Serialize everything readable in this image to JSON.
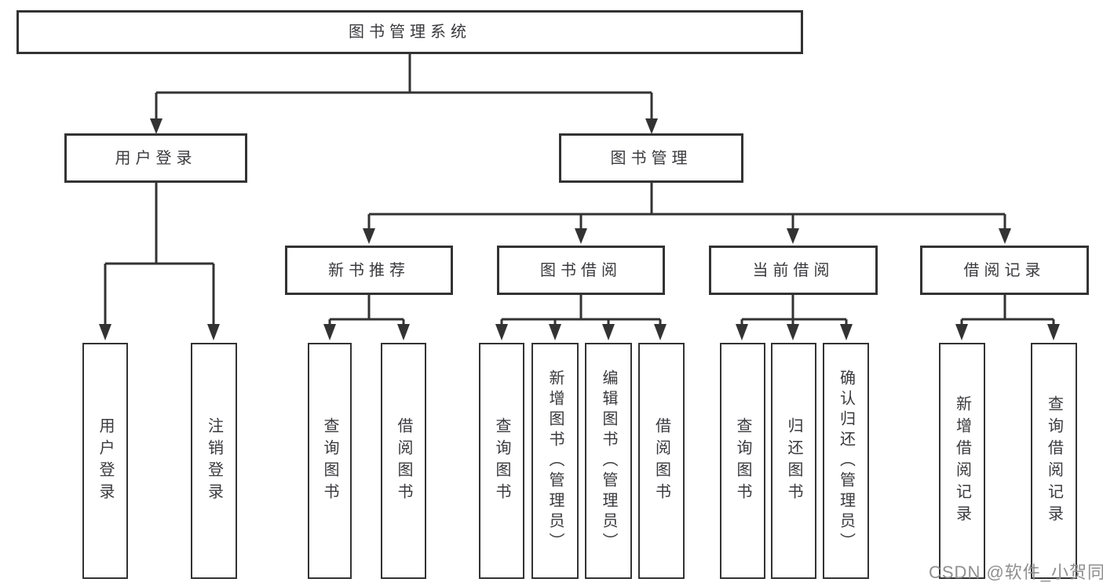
{
  "tree": {
    "label": "图书管理系统",
    "children": [
      {
        "label": "用户登录",
        "children": [
          {
            "label": "用户登录"
          },
          {
            "label": "注销登录"
          }
        ]
      },
      {
        "label": "图书管理",
        "children": [
          {
            "label": "新书推荐",
            "children": [
              {
                "label": "查询图书"
              },
              {
                "label": "借阅图书"
              }
            ]
          },
          {
            "label": "图书借阅",
            "children": [
              {
                "label": "查询图书"
              },
              {
                "label": "新增图书（管理员）"
              },
              {
                "label": "编辑图书（管理员）"
              },
              {
                "label": "借阅图书"
              }
            ]
          },
          {
            "label": "当前借阅",
            "children": [
              {
                "label": "查询图书"
              },
              {
                "label": "归还图书"
              },
              {
                "label": "确认归还（管理员）"
              }
            ]
          },
          {
            "label": "借阅记录",
            "children": [
              {
                "label": "新增借阅记录"
              },
              {
                "label": "查询借阅记录"
              }
            ]
          }
        ]
      }
    ]
  },
  "watermark": {
    "text": "CSDN @软件_小贺同学"
  },
  "colors": {
    "line": "#333333",
    "box_border": "#333333",
    "text": "#3a3a3e",
    "watermark": "#8f8f8f",
    "background": "#ffffff"
  }
}
